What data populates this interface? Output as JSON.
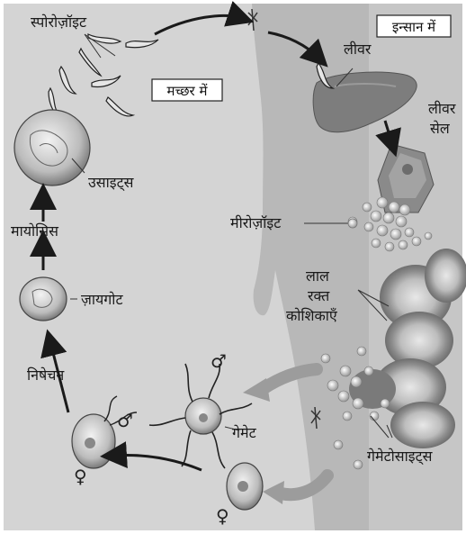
{
  "labels": {
    "sporozoite": "स्पोरोज़ॉइट",
    "in_human": "इन्सान में",
    "in_mosquito": "मच्छर में",
    "liver": "लीवर",
    "liver_cell_line1": "लीवर",
    "liver_cell_line2": "सेल",
    "oocysts": "उसाइट्स",
    "meiosis": "मायोसिस",
    "merozoite": "मीरोज़ॉइट",
    "zygote": "ज़ायगोट",
    "rbc_line1": "लाल",
    "rbc_line2": "रक्त",
    "rbc_line3": "कोशिकाएँ",
    "fertilization": "निषेचन",
    "gamete": "गेमेट",
    "gametocytes": "गेमेटोसाइट्स"
  },
  "symbols": {
    "male": "♂",
    "female": "♀"
  }
}
